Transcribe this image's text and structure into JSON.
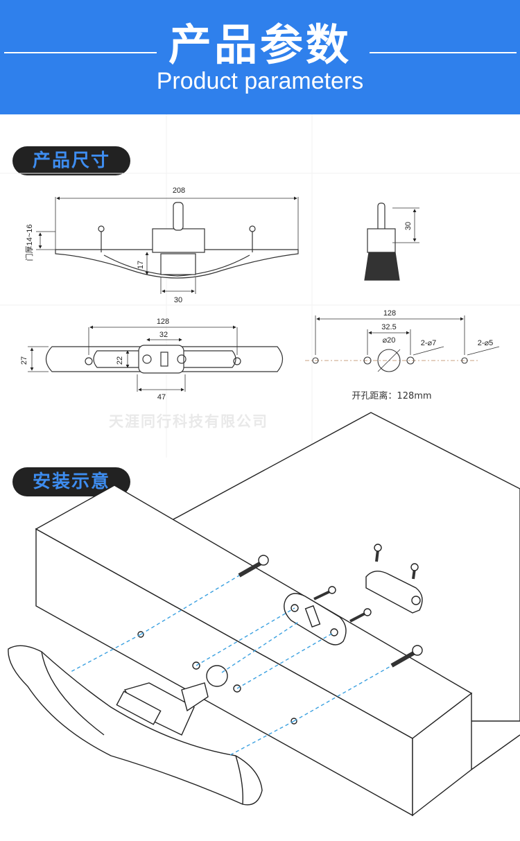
{
  "header": {
    "title": "产品参数",
    "subtitle": "Product parameters"
  },
  "sections": {
    "dimensions_label": "产品尺寸",
    "installation_label": "安装示意"
  },
  "dimensions": {
    "total_length": "208",
    "door_thickness": "门厚14~16",
    "base_height": "17",
    "base_width": "30",
    "side_height": "30",
    "hole_spacing": "128",
    "plate_width": "32",
    "plate_height": "22",
    "plate_length": "47",
    "handle_width": "27",
    "hole_pattern_spacing": "128",
    "center_offset": "32.5",
    "center_hole": "⌀20",
    "small_holes_7": "2-⌀7",
    "small_holes_5": "2-⌀5",
    "hole_distance_note": "开孔距离：128mm"
  },
  "watermark": "天涯同行科技有限公司",
  "colors": {
    "header_bg": "#2f80ec",
    "pill_bg": "#222222",
    "pill_text": "#3e8df0",
    "guide_line": "#3aa0e0"
  }
}
